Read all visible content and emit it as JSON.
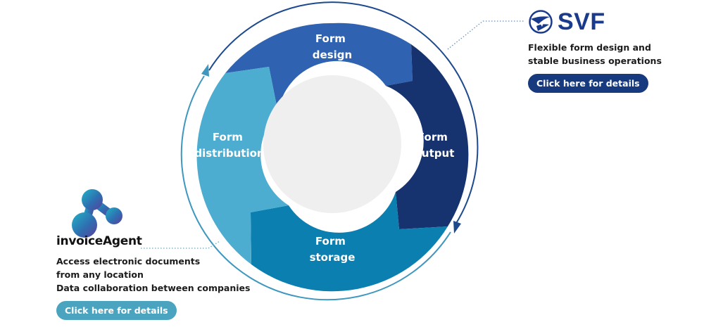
{
  "cycle": {
    "segments": [
      {
        "line1": "Form",
        "line2": "design"
      },
      {
        "line1": "Form",
        "line2": "output"
      },
      {
        "line1": "Form",
        "line2": "storage"
      },
      {
        "line1": "Form",
        "line2": "distribution"
      }
    ],
    "colors": {
      "design": "#2f62b0",
      "output": "#17336f",
      "storage": "#0a7fb0",
      "distribution": "#4dadd0",
      "hub": "#efefef",
      "ring": "#1d4a8e"
    }
  },
  "svf": {
    "logo_text": "SVF",
    "description_lines": [
      "Flexible form design and",
      "stable business operations"
    ],
    "button_label": "Click here for details"
  },
  "invoice_agent": {
    "logo_text": "invoiceAgent",
    "description_lines": [
      "Access electronic documents",
      "from any location",
      "Data collaboration between companies"
    ],
    "button_label": "Click here for details"
  }
}
